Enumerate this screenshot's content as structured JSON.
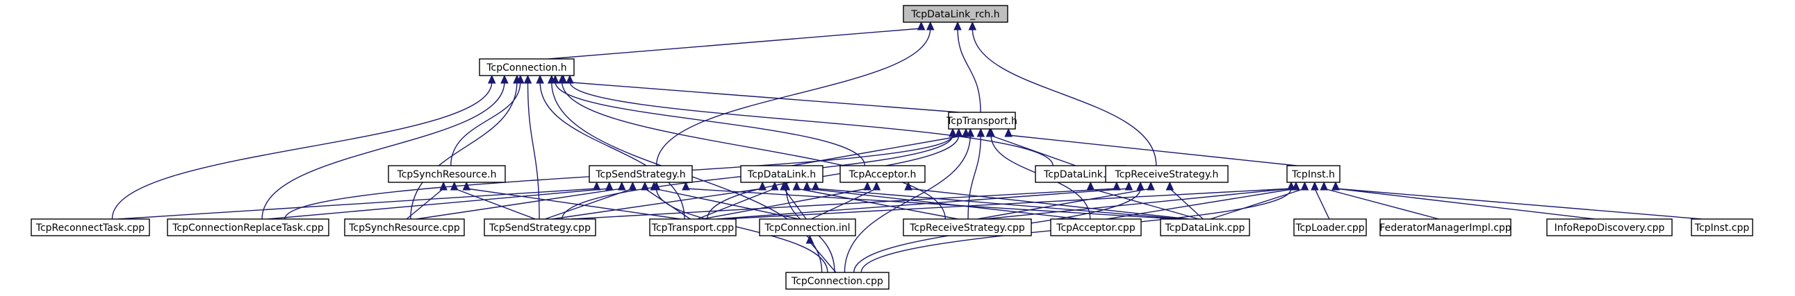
{
  "graph": {
    "title": "",
    "edge_color": "#191970",
    "root_fill": "#bfbfbf",
    "nodes": [
      {
        "id": "root",
        "label": "TcpDataLink_rch.h",
        "root": true
      },
      {
        "id": "conn_h",
        "label": "TcpConnection.h"
      },
      {
        "id": "transport_h",
        "label": "TcpTransport.h"
      },
      {
        "id": "synchres_h",
        "label": "TcpSynchResource.h"
      },
      {
        "id": "sendstrat_h",
        "label": "TcpSendStrategy.h"
      },
      {
        "id": "datalink_h",
        "label": "TcpDataLink.h"
      },
      {
        "id": "acceptor_h",
        "label": "TcpAcceptor.h"
      },
      {
        "id": "datalink_inl",
        "label": "TcpDataLink.inl"
      },
      {
        "id": "recvstrat_h",
        "label": "TcpReceiveStrategy.h"
      },
      {
        "id": "inst_h",
        "label": "TcpInst.h"
      },
      {
        "id": "reconnect_cpp",
        "label": "TcpReconnectTask.cpp"
      },
      {
        "id": "connreplace_cpp",
        "label": "TcpConnectionReplaceTask.cpp"
      },
      {
        "id": "synchres_cpp",
        "label": "TcpSynchResource.cpp"
      },
      {
        "id": "sendstrat_cpp",
        "label": "TcpSendStrategy.cpp"
      },
      {
        "id": "transport_cpp",
        "label": "TcpTransport.cpp"
      },
      {
        "id": "conn_inl",
        "label": "TcpConnection.inl"
      },
      {
        "id": "recvstrat_cpp",
        "label": "TcpReceiveStrategy.cpp"
      },
      {
        "id": "acceptor_cpp",
        "label": "TcpAcceptor.cpp"
      },
      {
        "id": "datalink_cpp",
        "label": "TcpDataLink.cpp"
      },
      {
        "id": "loader_cpp",
        "label": "TcpLoader.cpp"
      },
      {
        "id": "fedmgr_cpp",
        "label": "FederatorManagerImpl.cpp"
      },
      {
        "id": "inforepo_cpp",
        "label": "InfoRepoDiscovery.cpp"
      },
      {
        "id": "inst_cpp",
        "label": "TcpInst.cpp"
      },
      {
        "id": "conn_cpp",
        "label": "TcpConnection.cpp"
      }
    ],
    "edges": [
      [
        "conn_h",
        "root"
      ],
      [
        "transport_h",
        "root"
      ],
      [
        "sendstrat_h",
        "root"
      ],
      [
        "recvstrat_h",
        "root"
      ],
      [
        "transport_h",
        "conn_h"
      ],
      [
        "synchres_h",
        "conn_h"
      ],
      [
        "acceptor_h",
        "conn_h"
      ],
      [
        "datalink_inl",
        "conn_h"
      ],
      [
        "reconnect_cpp",
        "conn_h"
      ],
      [
        "connreplace_cpp",
        "conn_h"
      ],
      [
        "synchres_cpp",
        "conn_h"
      ],
      [
        "sendstrat_cpp",
        "conn_h"
      ],
      [
        "transport_cpp",
        "conn_h"
      ],
      [
        "recvstrat_cpp",
        "conn_h"
      ],
      [
        "conn_cpp",
        "conn_h"
      ],
      [
        "datalink_h",
        "transport_h"
      ],
      [
        "datalink_inl",
        "transport_h"
      ],
      [
        "inst_h",
        "transport_h"
      ],
      [
        "connreplace_cpp",
        "transport_h"
      ],
      [
        "sendstrat_cpp",
        "transport_h"
      ],
      [
        "transport_cpp",
        "transport_h"
      ],
      [
        "recvstrat_cpp",
        "transport_h"
      ],
      [
        "acceptor_cpp",
        "transport_h"
      ],
      [
        "conn_cpp",
        "transport_h"
      ],
      [
        "synchres_cpp",
        "synchres_h"
      ],
      [
        "sendstrat_cpp",
        "synchres_h"
      ],
      [
        "transport_cpp",
        "synchres_h"
      ],
      [
        "reconnect_cpp",
        "sendstrat_h"
      ],
      [
        "connreplace_cpp",
        "sendstrat_h"
      ],
      [
        "synchres_cpp",
        "sendstrat_h"
      ],
      [
        "sendstrat_cpp",
        "sendstrat_h"
      ],
      [
        "transport_cpp",
        "sendstrat_h"
      ],
      [
        "conn_inl",
        "sendstrat_h"
      ],
      [
        "datalink_cpp",
        "sendstrat_h"
      ],
      [
        "conn_cpp",
        "sendstrat_h"
      ],
      [
        "sendstrat_cpp",
        "datalink_h"
      ],
      [
        "transport_cpp",
        "datalink_h"
      ],
      [
        "conn_inl",
        "datalink_h"
      ],
      [
        "recvstrat_cpp",
        "datalink_h"
      ],
      [
        "acceptor_cpp",
        "datalink_h"
      ],
      [
        "datalink_cpp",
        "datalink_h"
      ],
      [
        "conn_cpp",
        "datalink_h"
      ],
      [
        "transport_cpp",
        "acceptor_h"
      ],
      [
        "conn_inl",
        "acceptor_h"
      ],
      [
        "datalink_cpp",
        "acceptor_h"
      ],
      [
        "datalink_cpp",
        "datalink_inl"
      ],
      [
        "sendstrat_cpp",
        "recvstrat_h"
      ],
      [
        "transport_cpp",
        "recvstrat_h"
      ],
      [
        "recvstrat_cpp",
        "recvstrat_h"
      ],
      [
        "datalink_cpp",
        "recvstrat_h"
      ],
      [
        "conn_cpp",
        "recvstrat_h"
      ],
      [
        "transport_cpp",
        "inst_h"
      ],
      [
        "recvstrat_cpp",
        "inst_h"
      ],
      [
        "acceptor_cpp",
        "inst_h"
      ],
      [
        "datalink_cpp",
        "inst_h"
      ],
      [
        "loader_cpp",
        "inst_h"
      ],
      [
        "fedmgr_cpp",
        "inst_h"
      ],
      [
        "inforepo_cpp",
        "inst_h"
      ],
      [
        "inst_cpp",
        "inst_h"
      ],
      [
        "conn_cpp",
        "inst_h"
      ],
      [
        "conn_cpp",
        "conn_inl"
      ]
    ]
  }
}
